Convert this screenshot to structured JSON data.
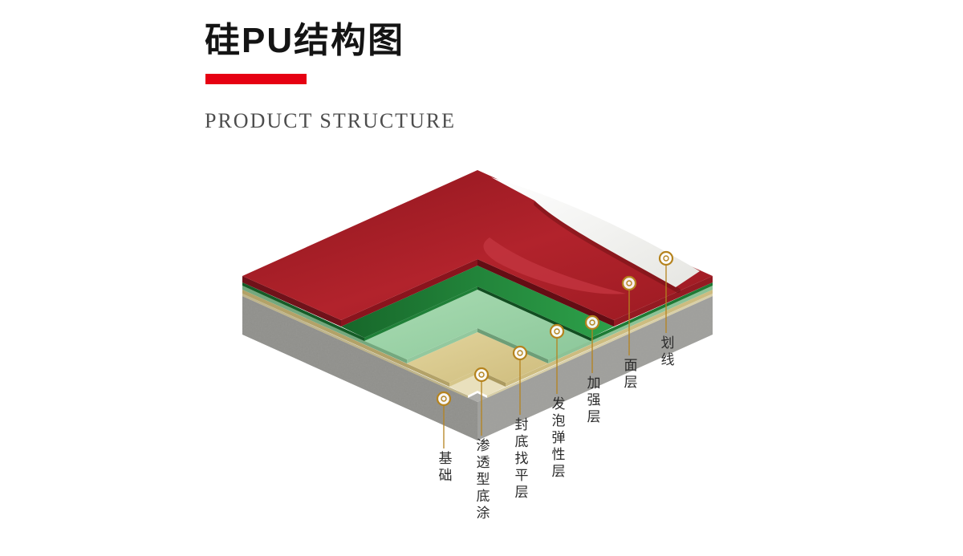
{
  "header": {
    "title": "硅PU结构图",
    "subtitle": "PRODUCT STRUCTURE",
    "accent_color": "#e60012"
  },
  "diagram": {
    "type": "layered-structure-isometric",
    "layers": [
      {
        "label": "基础",
        "color": "#9c9c98"
      },
      {
        "label": "渗透型底涂",
        "color": "#e9e0bd"
      },
      {
        "label": "封底找平层",
        "color": "#ddcd92"
      },
      {
        "label": "发泡弹性层",
        "color": "#9fd4a8"
      },
      {
        "label": "加强层",
        "color": "#238a3c"
      },
      {
        "label": "面层",
        "color": "#a81e27"
      },
      {
        "label": "划线",
        "color": "#f2f2f0"
      }
    ],
    "marker_color": "#b5831e"
  }
}
